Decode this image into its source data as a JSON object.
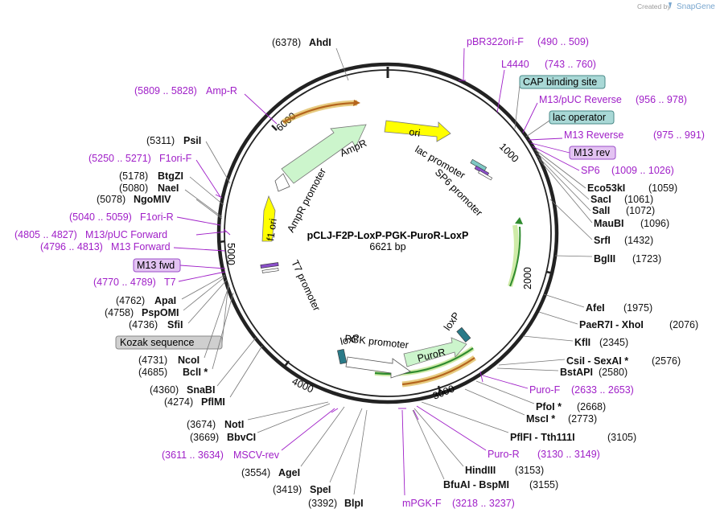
{
  "header": {
    "credit": "Created by",
    "brand": "SnapGene"
  },
  "plasmid": {
    "name": "pCLJ-F2P-LoxP-PGK-PuroR-LoxP",
    "size": "6621 bp"
  },
  "ticks": [
    "1000",
    "2000",
    "3000",
    "4000",
    "5000",
    "6000"
  ],
  "colors": {
    "ori": "#ffff00",
    "ampr": "#ccf5cc",
    "puror": "#ccf5cc",
    "purple": "#a020c8",
    "cap_box": "#a9d8d6",
    "kozak_box": "#cfcfcf"
  },
  "inner_features": {
    "ori": "ori",
    "f1ori": "f1 ori",
    "ampr": "AmpR",
    "ampr_promoter": "AmpR promoter",
    "lac_promoter": "lac promoter",
    "sp6_promoter": "SP6 promoter",
    "t7_promoter": "T7 promoter",
    "pgk_promoter": "PGK promoter",
    "loxp_left": "loxP",
    "loxp_right": "loxP",
    "puror": "PuroR"
  },
  "right_labels": [
    {
      "name": "pBR322ori-F",
      "pos": "(490 .. 509)"
    },
    {
      "name": "L4440",
      "pos": "(743 .. 760)"
    },
    {
      "name": "CAP binding site"
    },
    {
      "name": "M13/pUC Reverse",
      "pos": "(956 .. 978)"
    },
    {
      "name": "lac operator"
    },
    {
      "name": "M13 Reverse",
      "pos": "(975 .. 991)"
    },
    {
      "name": "M13 rev"
    },
    {
      "name": "SP6",
      "pos": "(1009 .. 1026)"
    },
    {
      "name": "Eco53kI",
      "pos": "(1059)"
    },
    {
      "name": "SacI",
      "pos": "(1061)"
    },
    {
      "name": "SalI",
      "pos": "(1072)"
    },
    {
      "name": "MauBI",
      "pos": "(1096)"
    },
    {
      "name": "SrfI",
      "pos": "(1432)"
    },
    {
      "name": "BglII",
      "pos": "(1723)"
    },
    {
      "name": "AfeI",
      "pos": "(1975)"
    },
    {
      "name": "PaeR7I - XhoI",
      "pos": "(2076)"
    },
    {
      "name": "KflI",
      "pos": "(2345)"
    },
    {
      "name": "CsiI - SexAI *",
      "pos": "(2576)"
    },
    {
      "name": "BstAPI",
      "pos": "(2580)"
    },
    {
      "name": "Puro-F",
      "pos": "(2633 .. 2653)"
    },
    {
      "name": "PfoI *",
      "pos": "(2668)"
    },
    {
      "name": "MscI *",
      "pos": "(2773)"
    },
    {
      "name": "PflFI - Tth111I",
      "pos": "(3105)"
    },
    {
      "name": "Puro-R",
      "pos": "(3130 .. 3149)"
    },
    {
      "name": "HindIII",
      "pos": "(3153)"
    },
    {
      "name": "BfuAI - BspMI",
      "pos": "(3155)"
    },
    {
      "name": "mPGK-F",
      "pos": "(3218 .. 3237)"
    }
  ],
  "left_labels": [
    {
      "name": "AhdI",
      "pos": "(6378)"
    },
    {
      "name": "Amp-R",
      "pos": "(5809 .. 5828)"
    },
    {
      "name": "PsiI",
      "pos": "(5311)"
    },
    {
      "name": "F1ori-F",
      "pos": "(5250 .. 5271)"
    },
    {
      "name": "BtgZI",
      "pos": "(5178)"
    },
    {
      "name": "NaeI",
      "pos": "(5080)"
    },
    {
      "name": "NgoMIV",
      "pos": "(5078)"
    },
    {
      "name": "F1ori-R",
      "pos": "(5040 .. 5059)"
    },
    {
      "name": "M13/pUC Forward",
      "pos": "(4805 .. 4827)"
    },
    {
      "name": "M13 Forward",
      "pos": "(4796 .. 4813)"
    },
    {
      "name": "M13 fwd"
    },
    {
      "name": "T7",
      "pos": "(4770 .. 4789)"
    },
    {
      "name": "ApaI",
      "pos": "(4762)"
    },
    {
      "name": "PspOMI",
      "pos": "(4758)"
    },
    {
      "name": "SfiI",
      "pos": "(4736)"
    },
    {
      "name": "Kozak sequence"
    },
    {
      "name": "NcoI",
      "pos": "(4731)"
    },
    {
      "name": "BclI *",
      "pos": "(4685)"
    },
    {
      "name": "SnaBI",
      "pos": "(4360)"
    },
    {
      "name": "PflMI",
      "pos": "(4274)"
    },
    {
      "name": "NotI",
      "pos": "(3674)"
    },
    {
      "name": "BbvCI",
      "pos": "(3669)"
    },
    {
      "name": "MSCV-rev",
      "pos": "(3611 .. 3634)"
    },
    {
      "name": "AgeI",
      "pos": "(3554)"
    },
    {
      "name": "SpeI",
      "pos": "(3419)"
    },
    {
      "name": "BlpI",
      "pos": "(3392)"
    }
  ]
}
